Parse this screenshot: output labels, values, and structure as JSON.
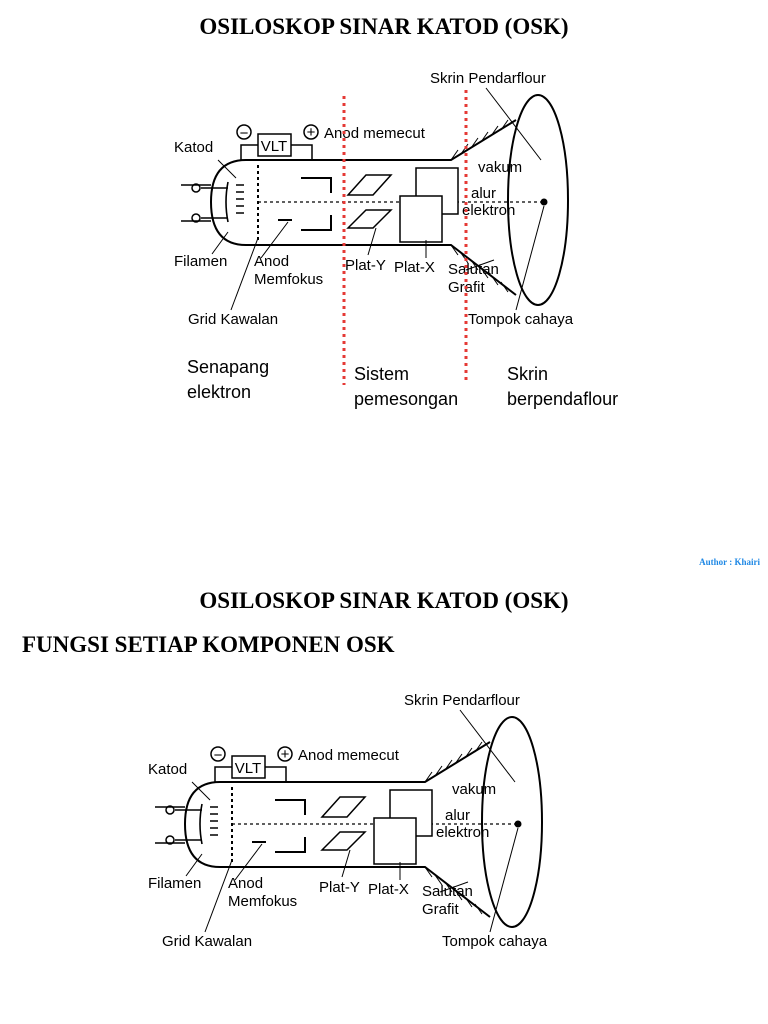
{
  "slide1": {
    "title": "OSILOSKOP SINAR KATOD (OSK)",
    "regions": {
      "gun_line1": "Senapang",
      "gun_line2": "elektron",
      "deflection_line1": "Sistem",
      "deflection_line2": "pemesongan",
      "screen_line1": "Skrin",
      "screen_line2": "berpendaflour"
    },
    "divider_color": "#e53935"
  },
  "author_note": "Author : Khairi",
  "slide2": {
    "title": "OSILOSKOP SINAR KATOD (OSK)",
    "heading": "FUNGSI SETIAP KOMPONEN OSK"
  },
  "diagram_labels": {
    "skrin": "Skrin Pendarflour",
    "katod": "Katod",
    "minus": "−",
    "vlt": "VLT",
    "plus": "+",
    "anod_memecut": "Anod memecut",
    "vakum": "vakum",
    "alur": "alur",
    "elektron": "elektron",
    "filamen": "Filamen",
    "anod": "Anod",
    "memfokus": "Memfokus",
    "plat_y": "Plat-Y",
    "plat_x": "Plat-X",
    "salutan": "Salutan",
    "grafit": "Grafit",
    "grid": "Grid Kawalan",
    "tompok": "Tompok cahaya"
  }
}
